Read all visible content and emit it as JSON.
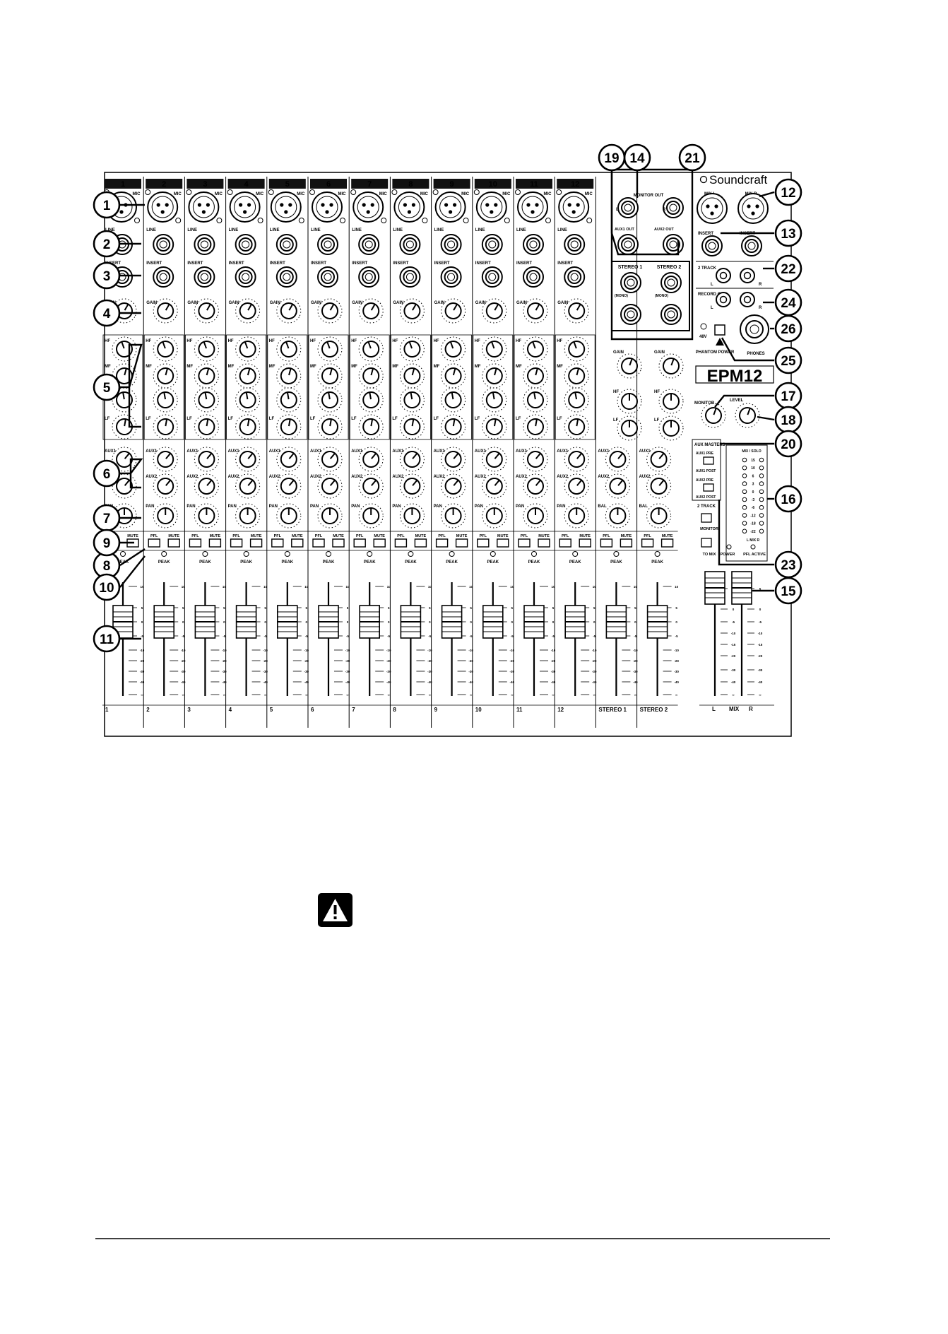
{
  "mixer": {
    "brand": "Soundcraft",
    "model": "EPM12",
    "channels": [
      "1",
      "2",
      "3",
      "4",
      "5",
      "6",
      "7",
      "8",
      "9",
      "10",
      "11",
      "12"
    ],
    "stereo_channels": [
      "STEREO 1",
      "STEREO 2"
    ],
    "labels": {
      "mic": "MIC",
      "line": "LINE",
      "insert": "INSERT",
      "gain": "GAIN",
      "hf": "HF",
      "mf": "MF",
      "lf": "LF",
      "aux1": "AUX1",
      "aux2": "AUX2",
      "pan": "PAN",
      "bal": "BAL",
      "pfl": "PFL",
      "mute": "MUTE",
      "peak": "PEAK",
      "monitor_out": "MONITOR OUT",
      "aux1_out": "AUX1 OUT",
      "aux2_out": "AUX2 OUT",
      "mono": "(MONO)",
      "mix_l": "MIX L",
      "mix_r": "MIX R",
      "two_track": "2 TRACK",
      "record_out": "RECORD OUT",
      "phones": "PHONES",
      "v48": "48V",
      "phantom_power": "PHANTOM POWER",
      "monitor": "MONITOR",
      "level": "LEVEL",
      "aux masters": "AUX MASTERS",
      "aux1_pre": "AUX1 PRE",
      "aux1_post": "AUX1 POST",
      "aux2_pre": "AUX2 PRE",
      "aux2_post": "AUX2 POST",
      "to_mix": "TO MIX",
      "mix_solo": "MIX / SOLO",
      "power": "POWER",
      "pfl_active": "PFL ACTIVE",
      "l": "L",
      "r": "R",
      "mix": "MIX",
      "meter_l_mix_r": "L  MIX  R"
    },
    "meter_scale": [
      "15",
      "10",
      "6",
      "3",
      "0",
      "-3",
      "-6",
      "-12",
      "-18",
      "-22"
    ],
    "fader_scale": [
      "10",
      "5",
      "0",
      "-5",
      "-10",
      "-20",
      "-30",
      "-40",
      "∞"
    ],
    "master_fader_scale": [
      "5",
      "0",
      "-5",
      "-10",
      "-15",
      "-20",
      "-30",
      "-40",
      "∞"
    ]
  },
  "callouts": [
    "1",
    "2",
    "3",
    "4",
    "5",
    "6",
    "7",
    "8",
    "9",
    "10",
    "11",
    "12",
    "13",
    "14",
    "15",
    "16",
    "17",
    "18",
    "19",
    "20",
    "21",
    "22",
    "23",
    "24",
    "25",
    "26"
  ],
  "warning_icon": "warning-triangle-icon"
}
